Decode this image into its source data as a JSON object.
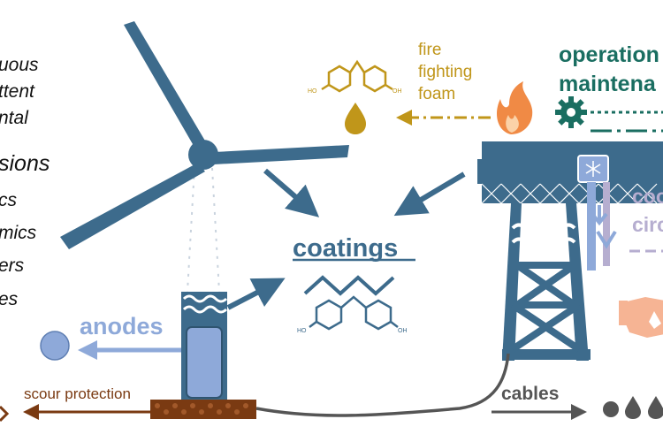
{
  "legend": {
    "lines": [
      "uous",
      "ttent",
      "ntal",
      "sions",
      "cs",
      "mics",
      "ers",
      "es"
    ]
  },
  "labels": {
    "fire_line1": "fire",
    "fire_line2": "fighting",
    "fire_line3": "foam",
    "operation_line1": "operation",
    "operation_line2": "maintena",
    "coatings": "coatings",
    "anodes": "anodes",
    "scour": "scour protection",
    "cables": "cables",
    "cooling_line1": "coo",
    "cooling_line2": "circ",
    "oh": "OH",
    "ho": "HO"
  },
  "colors": {
    "steel_blue": "#3d6b8c",
    "gold": "#c0961a",
    "teal": "#1a6e61",
    "light_blue": "#8ea9d9",
    "brown": "#7a3a12",
    "lavender": "#b6aed0",
    "gray": "#555555",
    "orange": "#f08a45",
    "peach": "#f6b494"
  },
  "icons": {
    "fire": "fire-icon",
    "gear": "gear-icon",
    "snowflake": "snowflake-icon",
    "droplet": "droplet-icon",
    "hand": "hand-icon",
    "sphere": "anode-sphere-icon"
  }
}
